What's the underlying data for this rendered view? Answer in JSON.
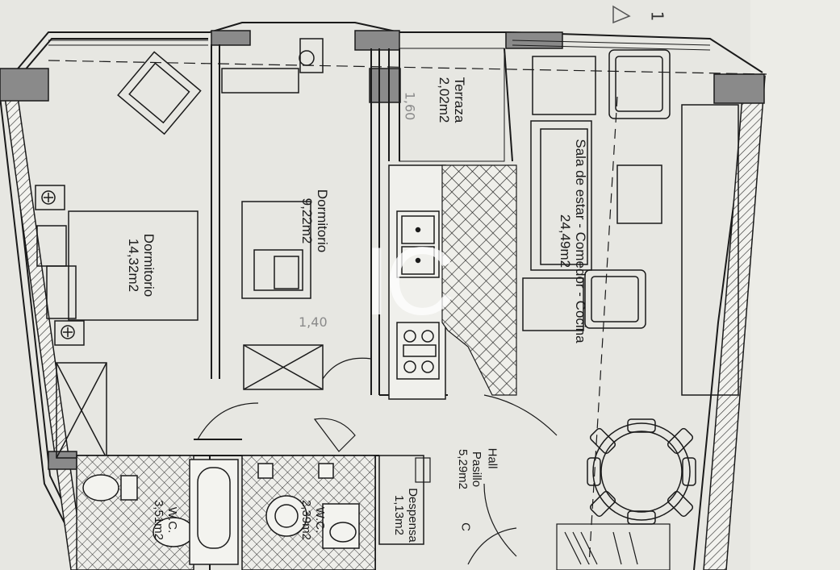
{
  "plan": {
    "rooms": [
      {
        "id": "terraza",
        "name": "Terraza",
        "area": "2,02m2"
      },
      {
        "id": "sala",
        "name": "Sala de estar - Comedor - Cocina",
        "area": "24,49m2"
      },
      {
        "id": "dormitorio1",
        "name": "Dormitorio",
        "area": "14,32m2"
      },
      {
        "id": "dormitorio2",
        "name": "Dormitorio",
        "area": "9,22m2"
      },
      {
        "id": "hall",
        "name": "Hall",
        "area": ""
      },
      {
        "id": "pasillo",
        "name": "Pasillo",
        "area": "5,29m2"
      },
      {
        "id": "despensa",
        "name": "Despensa",
        "area": "1,13m2"
      },
      {
        "id": "wc1",
        "name": "W.C.",
        "area": "3,51m2"
      },
      {
        "id": "wc2",
        "name": "W.C.",
        "area": "2,39m2"
      }
    ],
    "annotations": {
      "section_mark": "1",
      "door_letter": "C",
      "dimension_1": "1,60",
      "dimension_2": "1,40"
    },
    "watermark": "IC",
    "colors": {
      "paper": "#e6e6e1",
      "ink": "#1a1a1a",
      "wall_fill": "#8a8a8a",
      "hatch": "#2a2a2a"
    }
  }
}
